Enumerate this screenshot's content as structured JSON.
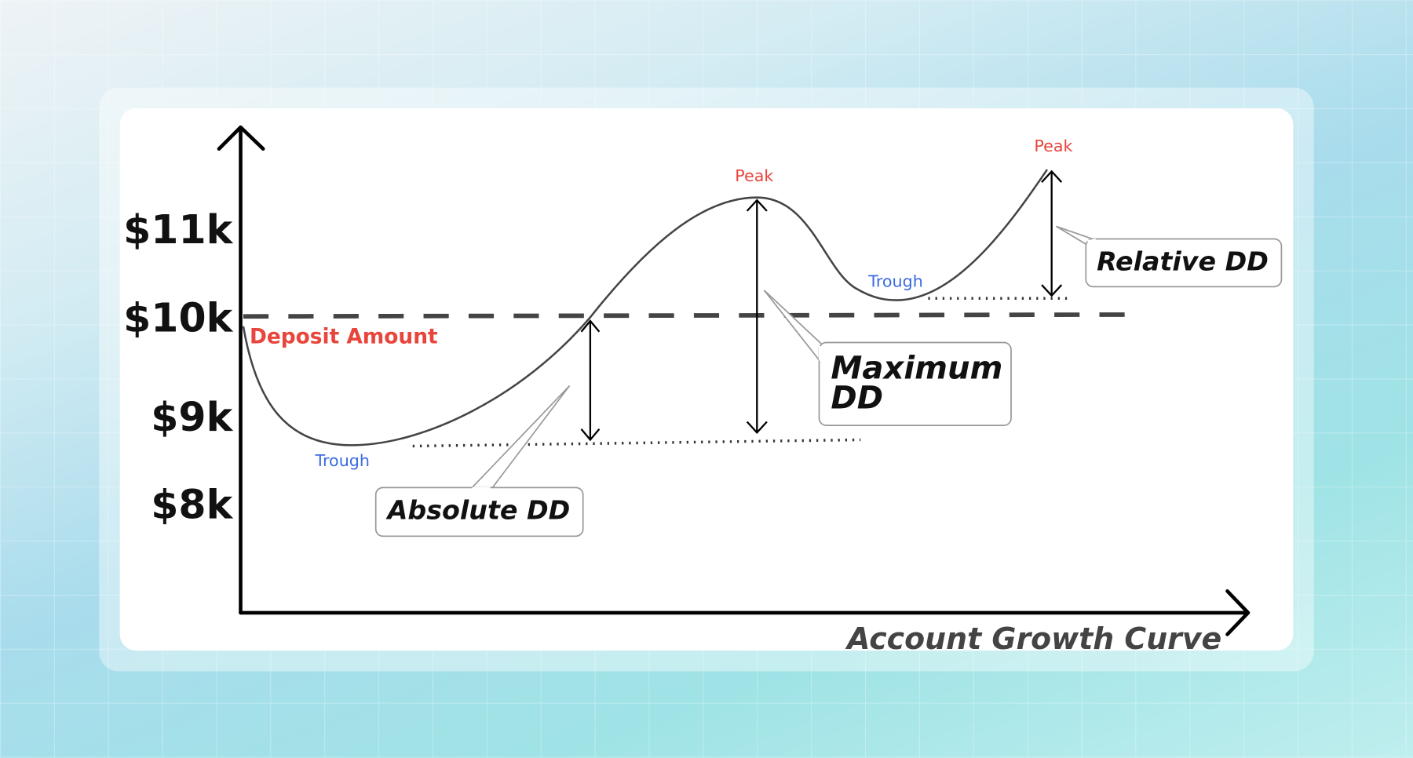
{
  "y_axis": {
    "ticks": [
      "$11k",
      "$10k",
      "$9k",
      "$8k"
    ]
  },
  "x_axis": {
    "label": "Account Growth Curve"
  },
  "deposit": {
    "label": "Deposit Amount"
  },
  "points": {
    "trough_1": "Trough",
    "trough_2": "Trough",
    "peak_1": "Peak",
    "peak_2": "Peak"
  },
  "callouts": {
    "absolute": "Absolute DD",
    "maximum_line1": "Maximum",
    "maximum_line2": "DD",
    "relative": "Relative DD"
  },
  "colors": {
    "peak": "#e8453c",
    "trough": "#3a6be0",
    "deposit": "#e8453c",
    "dashed_line": "#444444"
  }
}
